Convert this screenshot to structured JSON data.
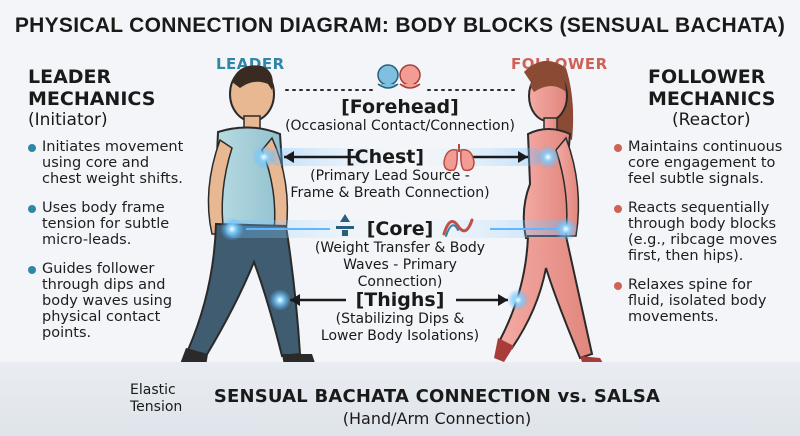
{
  "title": "PHYSICAL CONNECTION DIAGRAM: BODY BLOCKS (SENSUAL BACHATA)",
  "colors": {
    "leader": "#2f86a6",
    "follower": "#cf6258",
    "glow": "#5fb8ff"
  },
  "leader": {
    "role": "LEADER",
    "heading_line1": "LEADER",
    "heading_line2": "MECHANICS",
    "subheading": "(Initiator)",
    "bullets": [
      "Initiates movement using core and chest weight shifts.",
      "Uses body frame tension for subtle micro-leads.",
      "Guides follower through dips and body waves using physical contact points."
    ]
  },
  "follower": {
    "role": "FOLLOWER",
    "heading_line1": "FOLLOWER",
    "heading_line2": "MECHANICS",
    "subheading": "(Reactor)",
    "bullets": [
      "Maintains continuous core engagement to feel subtle signals.",
      "Reacts sequentially through body blocks (e.g., ribcage moves first, then hips).",
      "Relaxes spine for fluid, isolated body movements."
    ]
  },
  "connections": [
    {
      "label": "[Forehead]",
      "desc": [
        "(Occasional Contact/Connection)"
      ],
      "icon": "heads-icon"
    },
    {
      "label": "[Chest]",
      "desc": [
        "(Primary Lead Source -",
        "Frame & Breath Connection)"
      ],
      "icon": "lungs-icon"
    },
    {
      "label": "[Core]",
      "desc": [
        "(Weight Transfer & Body",
        "Waves - Primary Connection)"
      ],
      "icon": "core-wave-icon"
    },
    {
      "label": "[Thighs]",
      "desc": [
        "(Stabilizing Dips &",
        "Lower Body Isolations)"
      ],
      "icon": "thighs-icon"
    }
  ],
  "bottom": {
    "elastic_line1": "Elastic",
    "elastic_line2": "Tension",
    "title": "SENSUAL BACHATA CONNECTION vs. SALSA",
    "subtitle": "(Hand/Arm Connection)"
  }
}
